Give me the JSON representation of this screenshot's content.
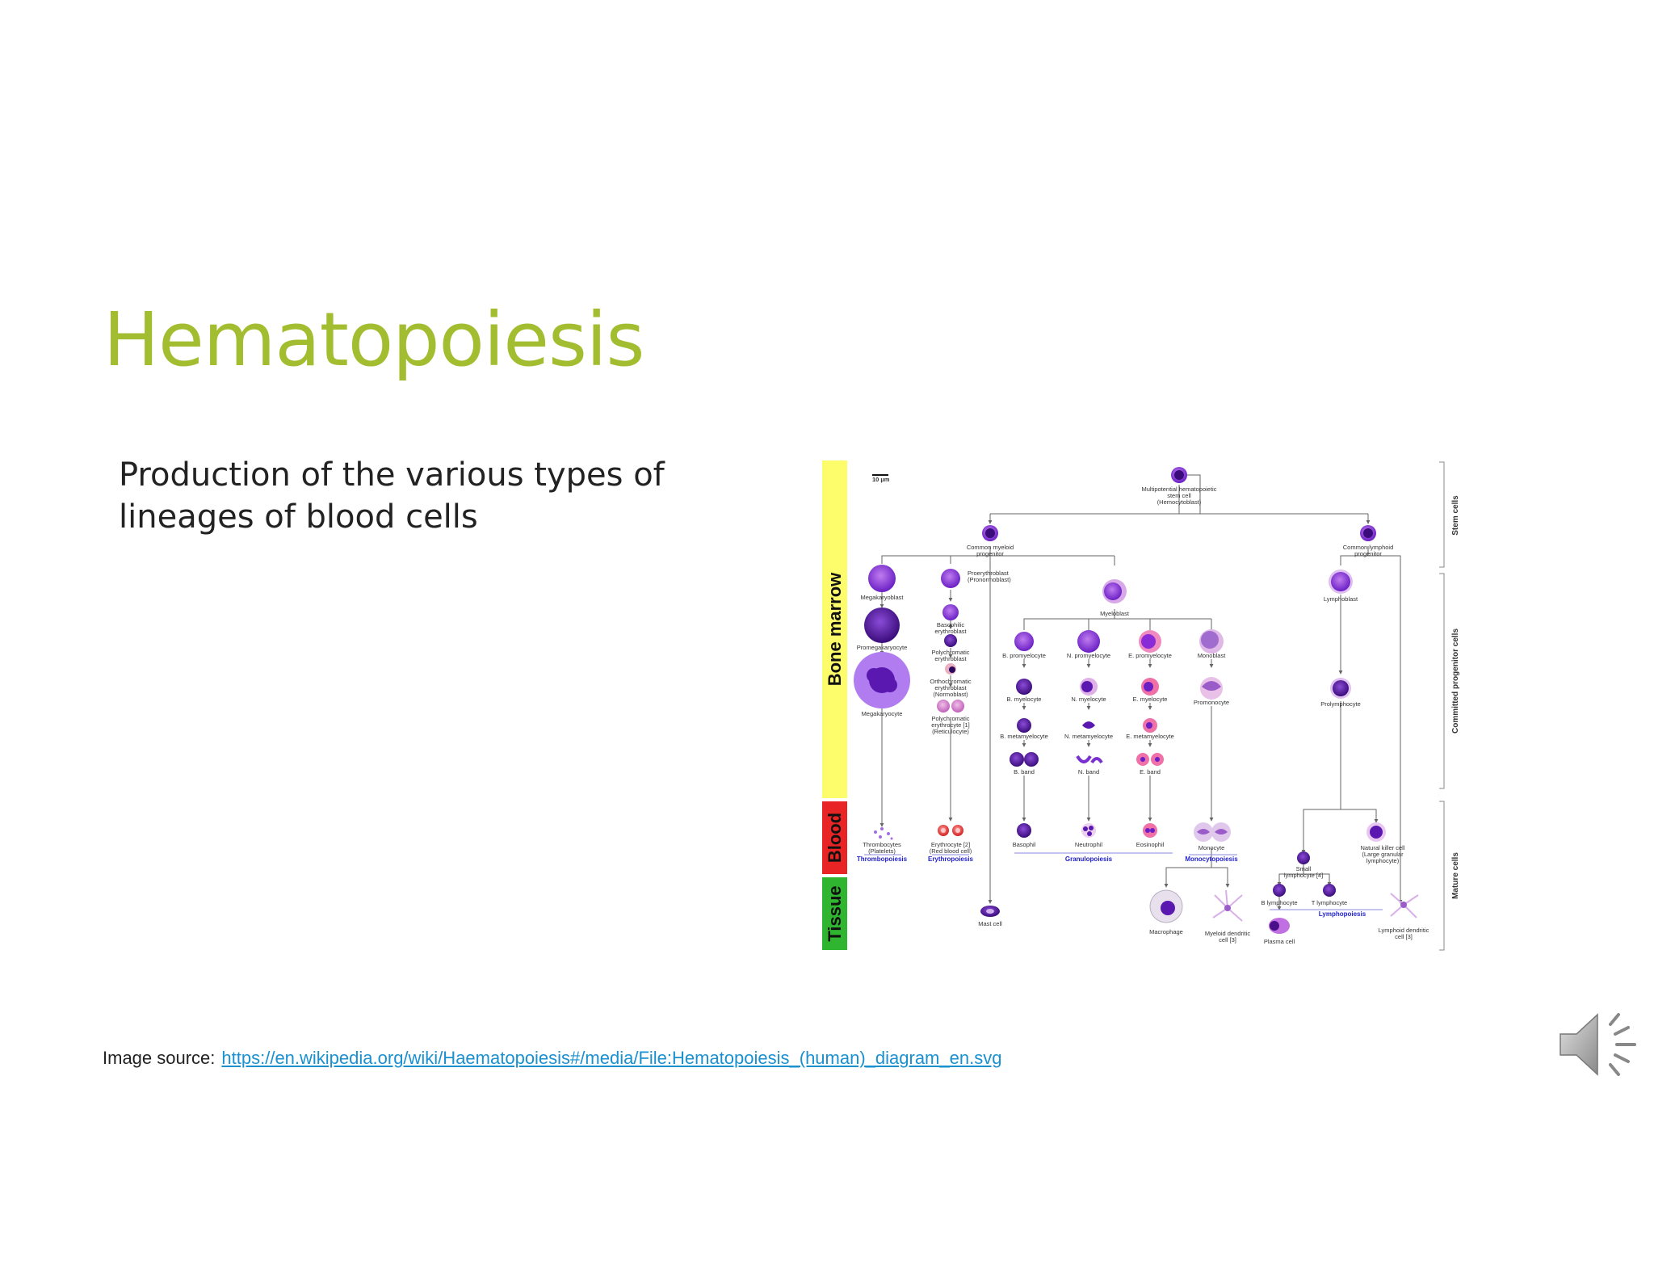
{
  "slide": {
    "title": "Hematopoiesis",
    "body_lines": [
      "Production of the various types of",
      "lineages of blood cells"
    ],
    "source_prefix": "Image source:",
    "source_link": "https://en.wikipedia.org/wiki/Haematopoiesis#/media/File:Hematopoiesis_(human)_diagram_en.svg"
  },
  "icons": {
    "speaker": "speaker-icon"
  },
  "colors": {
    "title": "#a3bd31",
    "link": "#1a90cf",
    "bone_marrow_zone": "#fdfd6c",
    "blood_zone": "#e82424",
    "tissue_zone": "#2fb52f",
    "cell_purple": "#7a2fd0",
    "process_label": "#2222cc"
  },
  "diagram": {
    "scale_bar": "10 µm",
    "zones": {
      "bone_marrow": "Bone marrow",
      "blood": "Blood",
      "tissue": "Tissue"
    },
    "side_labels": {
      "stem": "Stem cells",
      "committed": "Committed progenitor cells",
      "mature": "Mature cells"
    },
    "cells": {
      "stem_1": "Multipotential hematopoietic",
      "stem_2": "stem cell",
      "stem_3": "(Hemocytoblast)",
      "cmp_1": "Common myeloid",
      "cmp_2": "progenitor",
      "clp_1": "Common lymphoid",
      "clp_2": "progenitor",
      "megakaryoblast": "Megakaryoblast",
      "promegakaryocyte": "Promegakaryocyte",
      "megakaryocyte": "Megakaryocyte",
      "thrombocytes_1": "Thrombocytes",
      "thrombocytes_2": "(Platelets)",
      "proery_1": "Proerythroblast",
      "proery_2": "(Pronormoblast)",
      "baso_ery_1": "Basophilic",
      "baso_ery_2": "erythroblast",
      "poly_ery_1": "Polychromatic",
      "poly_ery_2": "erythroblast",
      "ortho_1": "Orthochromatic",
      "ortho_2": "erythroblast",
      "ortho_3": "(Normoblast)",
      "retic_1": "Polychromatic",
      "retic_2": "erythrocyte [1]",
      "retic_3": "(Reticulocyte)",
      "erythrocyte_1": "Erythrocyte [2]",
      "erythrocyte_2": "(Red blood cell)",
      "myeloblast": "Myeloblast",
      "b_promyelocyte": "B. promyelocyte",
      "n_promyelocyte": "N. promyelocyte",
      "e_promyelocyte": "E. promyelocyte",
      "monoblast": "Monoblast",
      "b_myelocyte": "B. myelocyte",
      "n_myelocyte": "N. myelocyte",
      "e_myelocyte": "E. myelocyte",
      "promonocyte": "Promonocyte",
      "b_metamyelocyte": "B. metamyelocyte",
      "n_metamyelocyte": "N. metamyelocyte",
      "e_metamyelocyte": "E. metamyelocyte",
      "b_band": "B. band",
      "n_band": "N. band",
      "e_band": "E. band",
      "basophil": "Basophil",
      "neutrophil": "Neutrophil",
      "eosinophil": "Eosinophil",
      "monocyte": "Monocyte",
      "mast_cell": "Mast cell",
      "macrophage": "Macrophage",
      "myeloid_dc_1": "Myeloid dendritic",
      "myeloid_dc_2": "cell [3]",
      "lymphoblast": "Lymphoblast",
      "prolymphocyte": "Prolymphocyte",
      "small_lymph_1": "Small",
      "small_lymph_2": "lymphocyte [4]",
      "nk_1": "Natural killer cell",
      "nk_2": "(Large granular",
      "nk_3": "lymphocyte)",
      "b_lymphocyte": "B lymphocyte",
      "t_lymphocyte": "T lymphocyte",
      "plasma_cell": "Plasma cell",
      "lymphoid_dc_1": "Lymphoid dendritic",
      "lymphoid_dc_2": "cell [3]"
    },
    "processes": {
      "thrombopoiesis": "Thrombopoiesis",
      "erythropoiesis": "Erythropoiesis",
      "granulopoiesis": "Granulopoiesis",
      "monocytopoiesis": "Monocytopoiesis",
      "lymphopoiesis": "Lymphopoiesis"
    }
  }
}
